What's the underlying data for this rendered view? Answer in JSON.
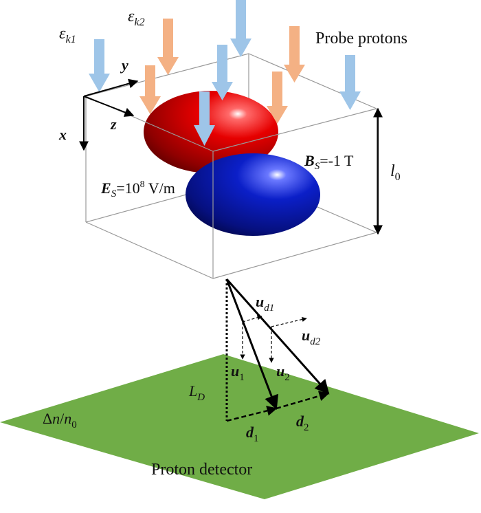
{
  "title": "Probe protons",
  "detector_label": "Proton detector",
  "labels": {
    "eps_k1": {
      "base": "ε",
      "sub": "k1"
    },
    "eps_k2": {
      "base": "ε",
      "sub": "k2"
    },
    "axis_x": "x",
    "axis_y": "y",
    "axis_z": "z",
    "es": {
      "base": "E",
      "sub": "S",
      "value_pre": "=10",
      "sup": "8",
      "unit": " V/m"
    },
    "bs": {
      "base": "B",
      "sub": "S",
      "value": "=-1 T"
    },
    "l0": {
      "base": "l",
      "sub": "0"
    },
    "ld": {
      "base": "L",
      "sub": "D"
    },
    "ud1": {
      "base": "u",
      "sub": "d1"
    },
    "ud2": {
      "base": "u",
      "sub": "d2"
    },
    "u1": {
      "base": "u",
      "sub": "1"
    },
    "u2": {
      "base": "u",
      "sub": "2"
    },
    "d1": {
      "base": "d",
      "sub": "1"
    },
    "d2": {
      "base": "d",
      "sub": "2"
    },
    "dn": {
      "pre": "Δ",
      "n": "n",
      "slash": "/",
      "n0": "n",
      "sub": "0"
    }
  },
  "colors": {
    "proton_blue": "#9ec5e8",
    "proton_orange": "#f4b184",
    "lobe_red": "#d10000",
    "lobe_blue": "#0a1fb0",
    "detector_green": "#70ad47",
    "box_line": "#999999"
  }
}
